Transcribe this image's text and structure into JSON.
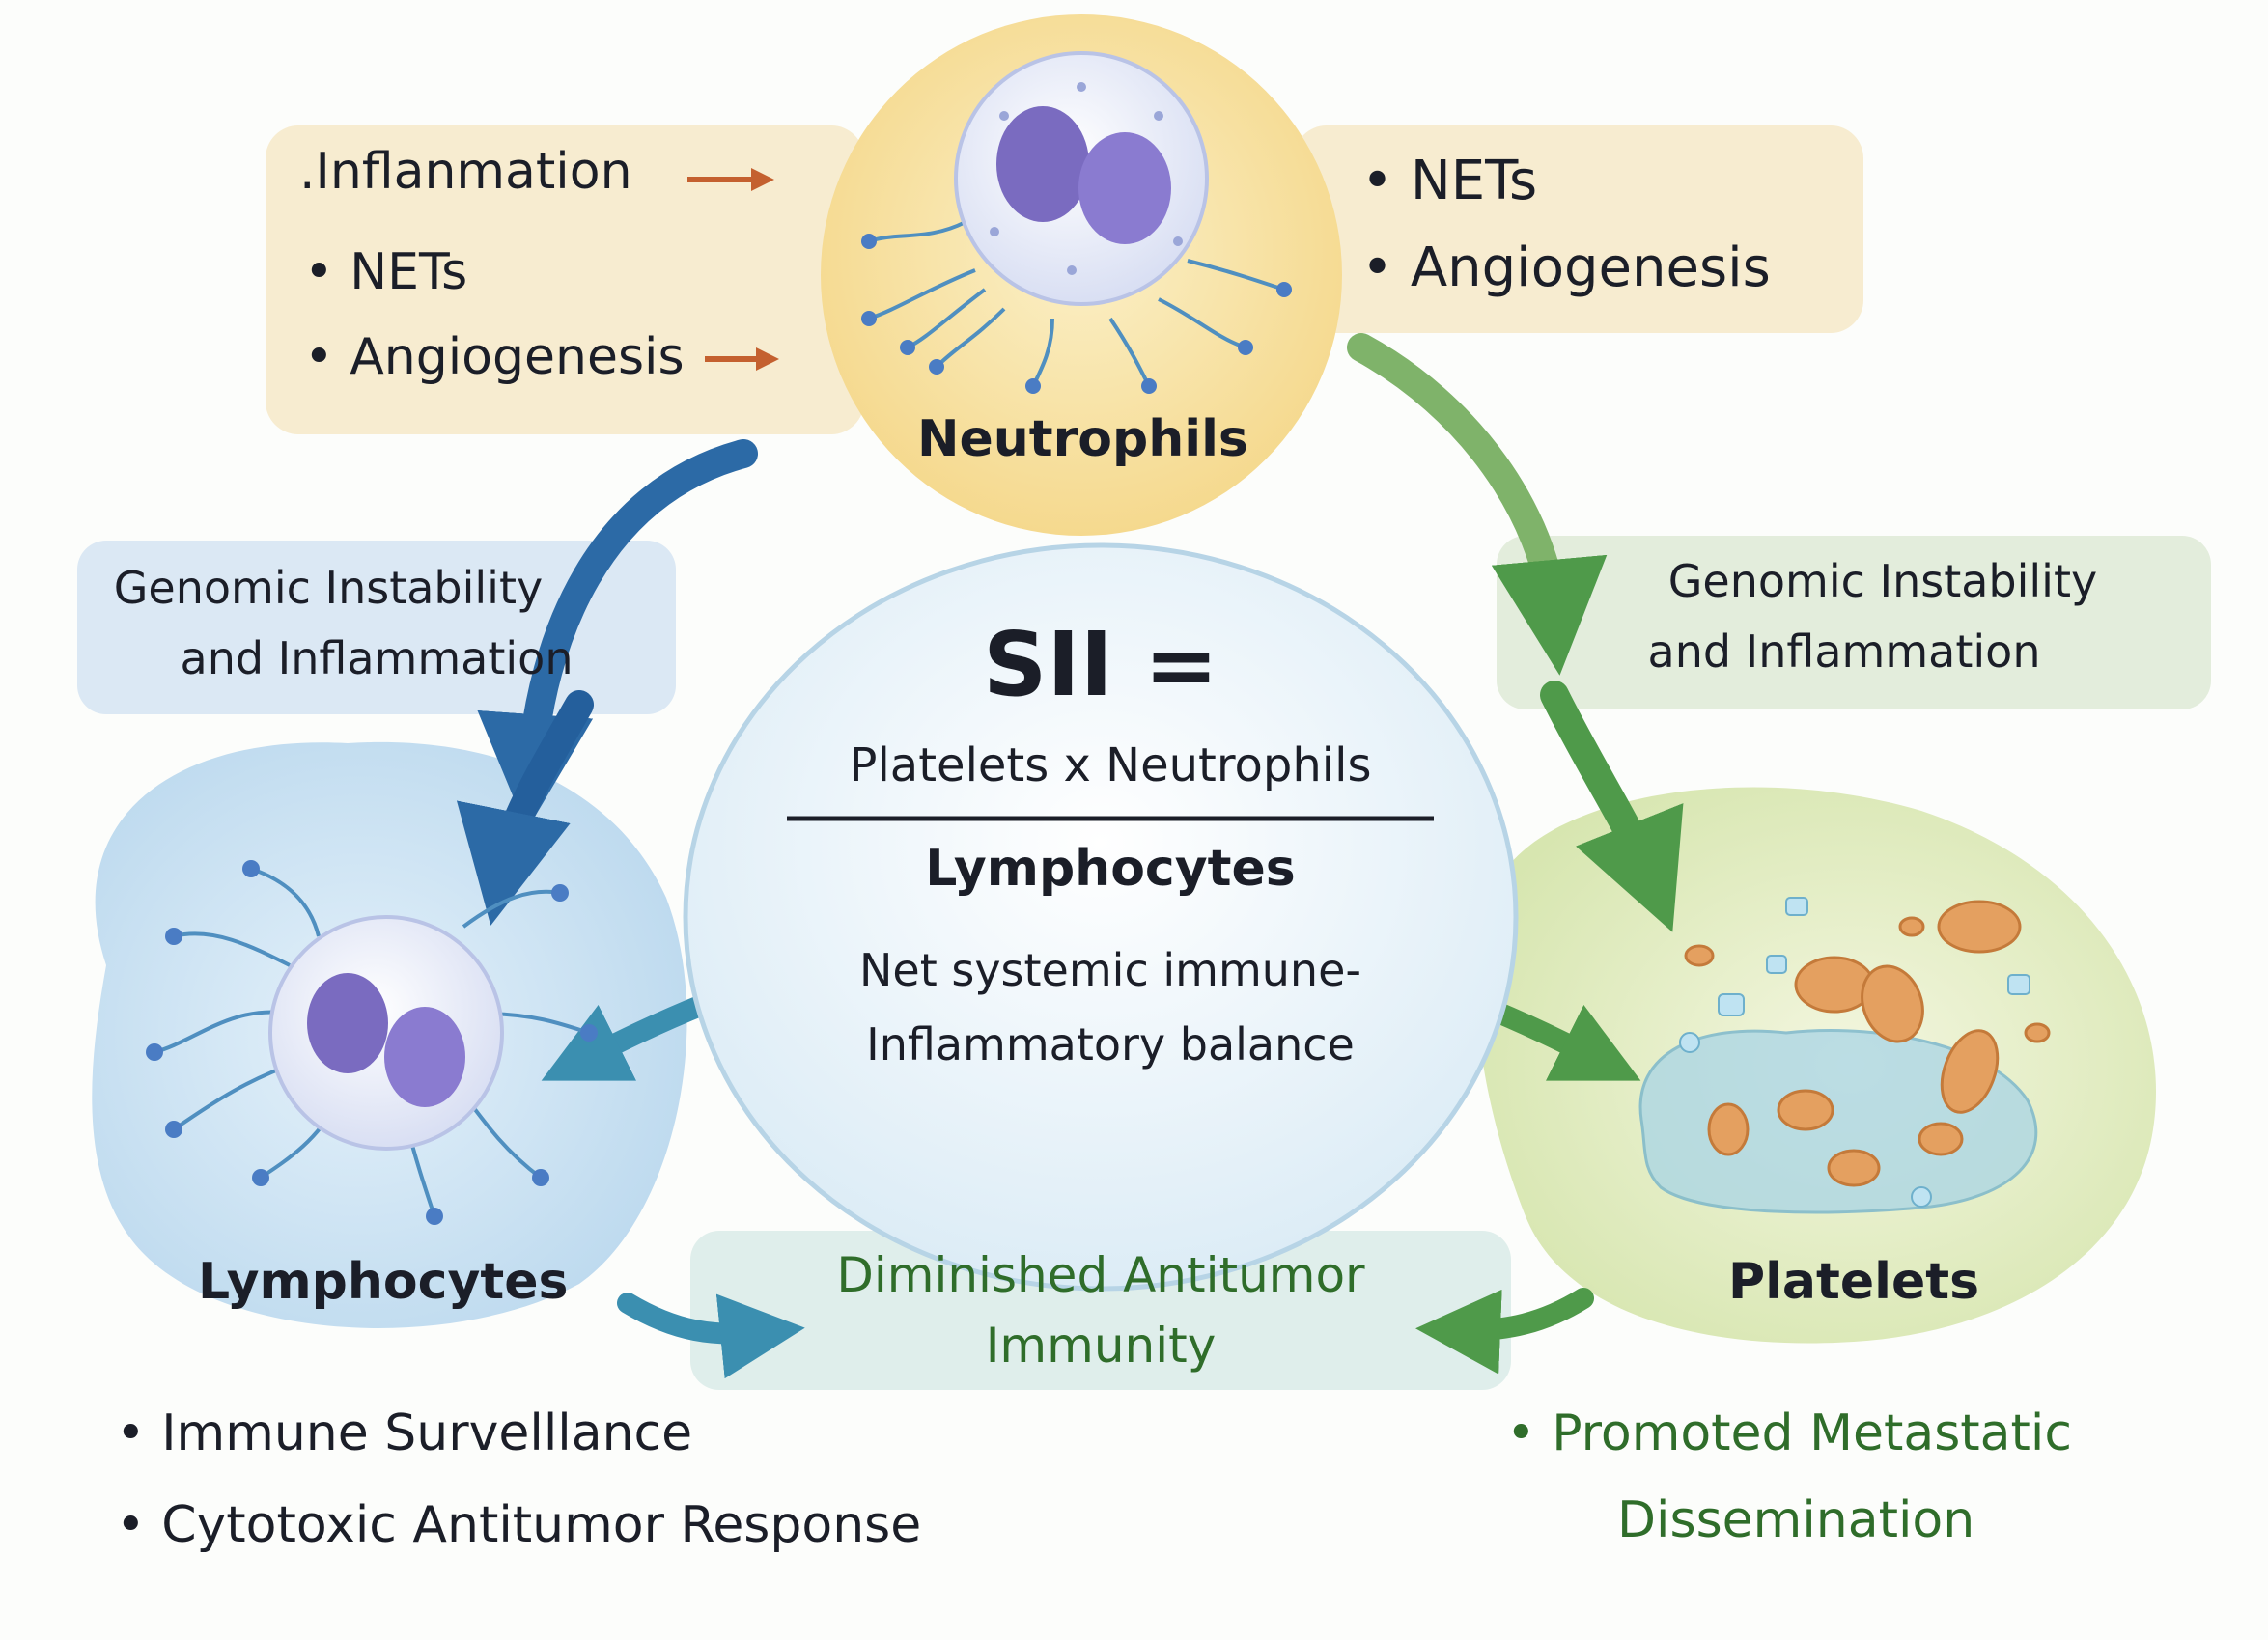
{
  "neutrophils": {
    "label": "Neutrophils",
    "left_box": [
      ".Inflanmation",
      "• NETs",
      "• Angiogenesis"
    ],
    "right_box": [
      "• NETs",
      "• Angiogenesis"
    ]
  },
  "left_link": {
    "line1": "Genomic Instability",
    "line2": "and Inflammation"
  },
  "right_link": {
    "line1": "Genomic Instability",
    "line2": "and Inflammation"
  },
  "formula": {
    "title": "SII =",
    "numerator": "Platelets x Neutrophils",
    "denominator": "Lymphocytes",
    "note1": "Net systemic immune-",
    "note2": "Inflammatory balance"
  },
  "lymphocytes": {
    "label": "Lymphocytes",
    "bullets": [
      "• Immune Survelllance",
      "• Cytotoxic Antitumor Response"
    ]
  },
  "platelets": {
    "label": "Platelets",
    "bullet1": "• Promoted Metastatic",
    "bullet2": "Dissemination"
  },
  "center_bottom": {
    "line1": "Diminished Antitumor",
    "line2": "Immunity"
  },
  "colors": {
    "blue_arrow": "#2c6aa6",
    "green_arrow": "#4f9a4a",
    "cream_box": "#f7ecd0",
    "neutrophil_circle": "#f8e2a0",
    "lymph_blob": "#cfe5f3",
    "platelet_blob": "#e6efc7",
    "green_text": "#2f6d2a",
    "nucleus": "#7a6bc0"
  }
}
